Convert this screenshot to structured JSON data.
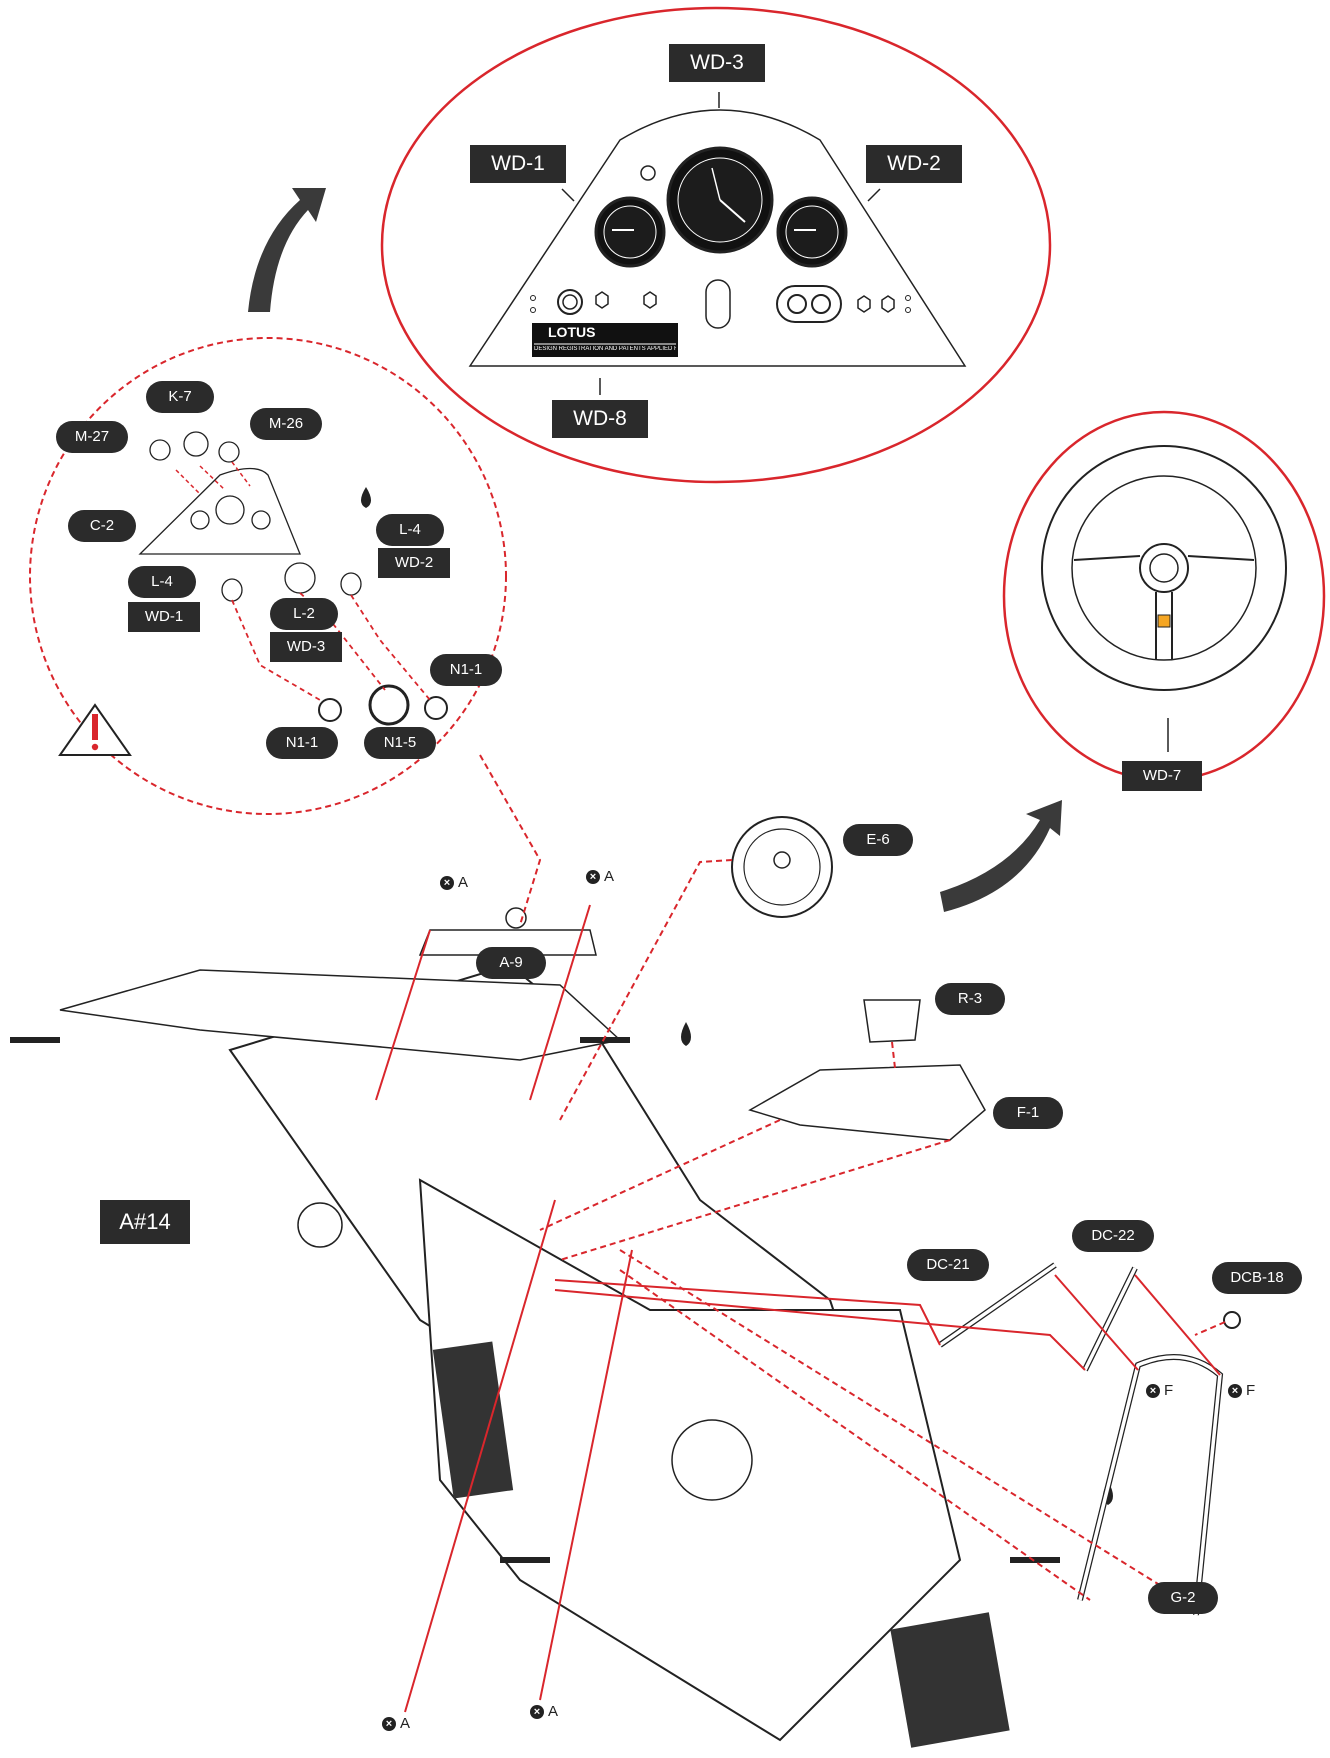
{
  "step": "A#14",
  "detail_labels": {
    "wd3": "WD-3",
    "wd1": "WD-1",
    "wd2": "WD-2",
    "wd8": "WD-8",
    "wd7": "WD-7"
  },
  "dash_plate": {
    "brand": "LOTUS",
    "plate_text": "DESIGN REGISTRATION AND PATENTS APPLIED FOR"
  },
  "callout_labels": {
    "k7": "K-7",
    "m27": "M-27",
    "m26": "M-26",
    "c2": "C-2",
    "l4_right": "L-4",
    "wd2_small": "WD-2",
    "l4_left": "L-4",
    "wd1_small": "WD-1",
    "l2": "L-2",
    "wd3_small": "WD-3",
    "n1_1_right": "N1-1",
    "n1_1_left": "N1-1",
    "n1_5": "N1-5"
  },
  "part_labels": {
    "a9": "A-9",
    "e6": "E-6",
    "r3": "R-3",
    "f1": "F-1",
    "dc21": "DC-21",
    "dc22": "DC-22",
    "dcb18": "DCB-18",
    "g2": "G-2"
  },
  "refs": {
    "a": "A",
    "f": "F"
  },
  "colors": {
    "accent_red": "#d9262c",
    "label_bg": "#2b2b2b",
    "arrow": "#3a3a3a",
    "line": "#222222"
  }
}
